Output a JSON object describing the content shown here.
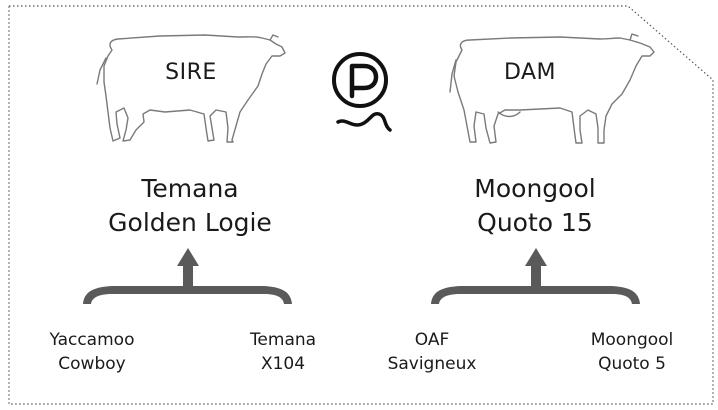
{
  "sire": {
    "role": "SIRE",
    "name_line1": "Temana",
    "name_line2": "Golden Logie",
    "parent_left_line1": "Yaccamoo",
    "parent_left_line2": "Cowboy",
    "parent_right_line1": "Temana",
    "parent_right_line2": "X104"
  },
  "dam": {
    "role": "DAM",
    "name_line1": "Moongool",
    "name_line2": "Quoto 15",
    "parent_left_line1": "OAF",
    "parent_left_line2": "Savigneux",
    "parent_right_line1": "Moongool",
    "parent_right_line2": "Quoto 5"
  },
  "colors": {
    "border": "#555555",
    "outline": "#7a7a7a",
    "bracket": "#5a5a5a",
    "text": "#1a1a1a"
  },
  "icons": [
    "bull-outline-icon",
    "cow-outline-icon",
    "polled-p-icon"
  ]
}
